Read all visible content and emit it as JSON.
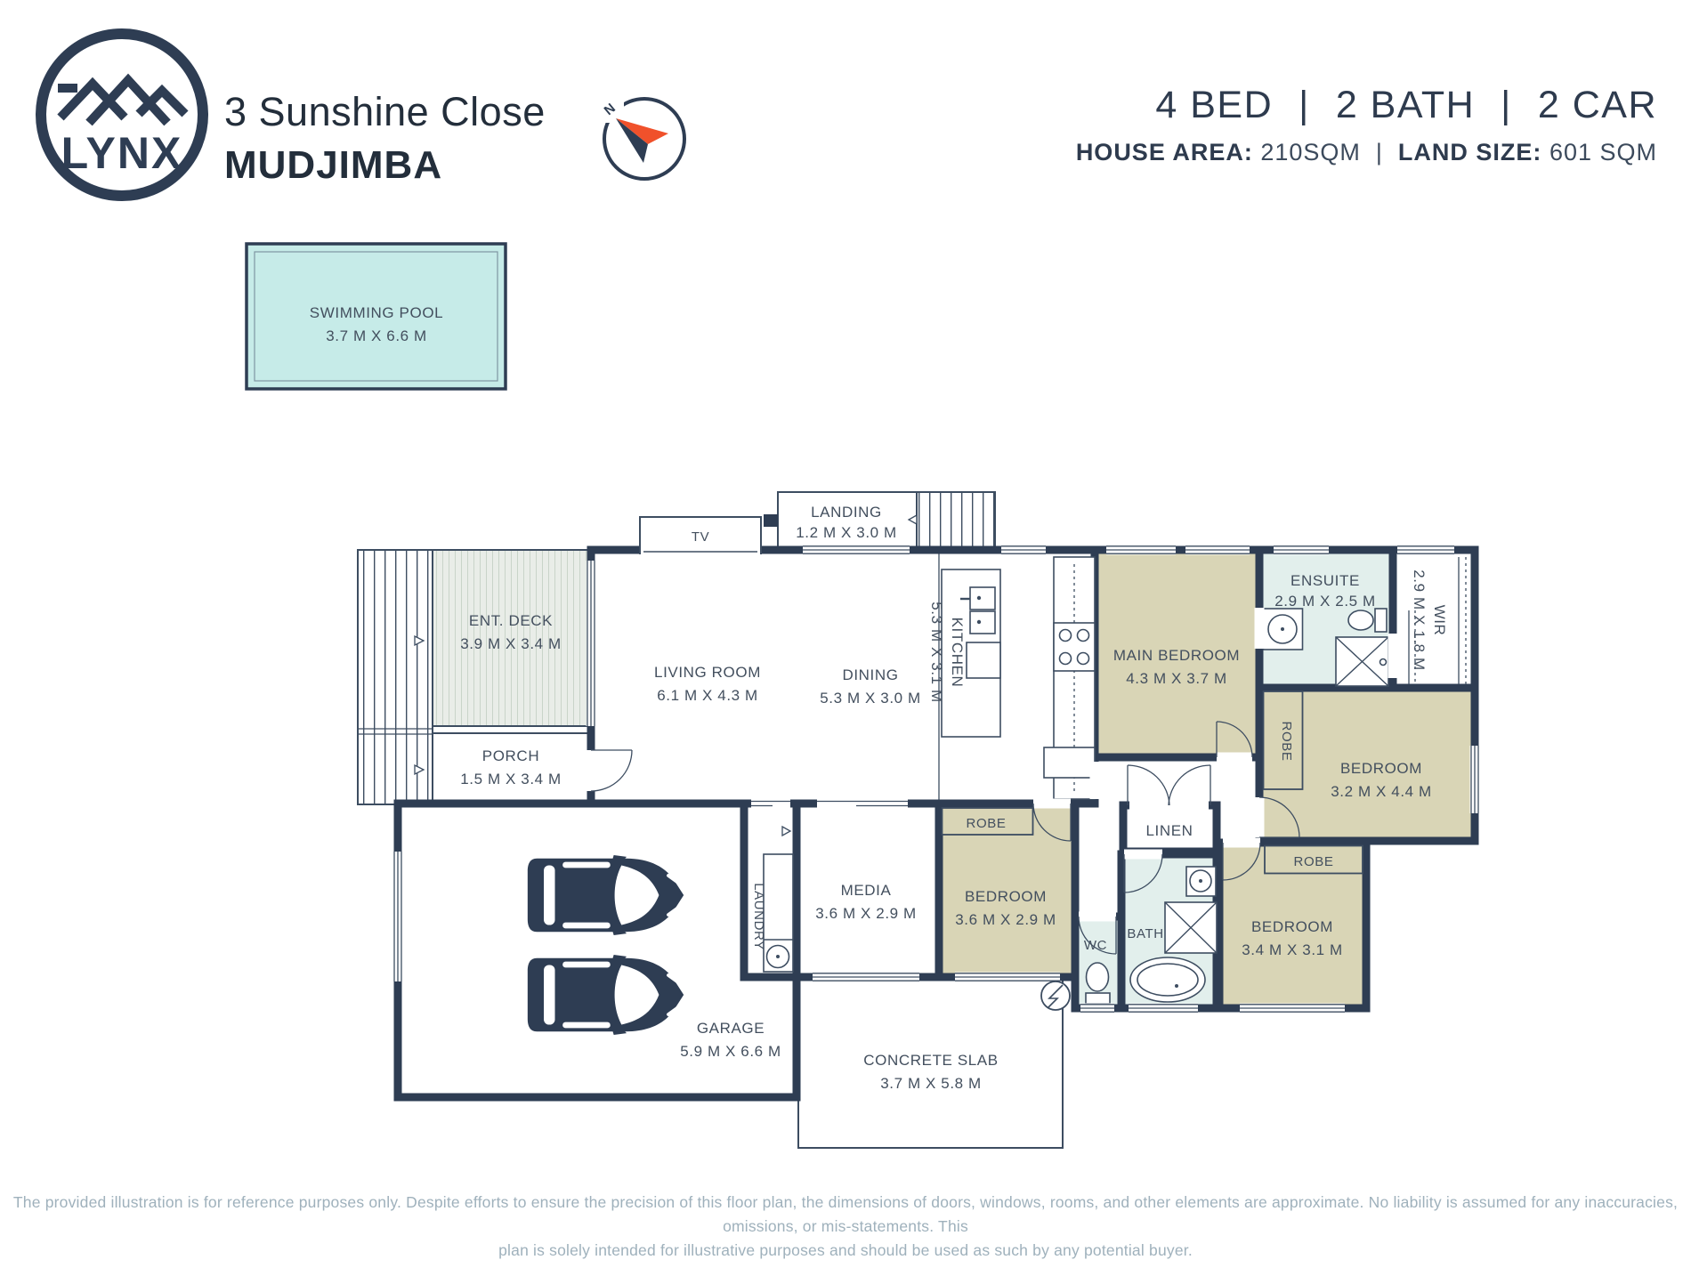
{
  "header": {
    "logo_text": "LYNX",
    "address_line1": "3 Sunshine Close",
    "address_line2": "MUDJIMBA",
    "compass_north": "N",
    "stats": {
      "bed": "4 BED",
      "separator": "|",
      "bath": "2 BATH",
      "car": "2 CAR"
    },
    "area": {
      "house_label": "HOUSE AREA:",
      "house_value": "210SQM",
      "separator": "|",
      "land_label": "LAND SIZE:",
      "land_value": "601 SQM"
    }
  },
  "plan": {
    "colors": {
      "wall": "#2e3d53",
      "thin": "#3d4d61",
      "bedroom-fill": "#d9d5b6",
      "wet-fill": "#e2efec",
      "deck-fill": "#e9ede8",
      "deck-stripe": "#c9d4c9",
      "pool-fill": "#c6ebe8",
      "label": "#434f5e",
      "compass-orange": "#f0512b",
      "disclaimer": "#9fb1bc"
    },
    "rooms": {
      "pool": {
        "name": "SWIMMING POOL",
        "dims": "3.7 M X 6.6 M"
      },
      "deck": {
        "name": "ENT. DECK",
        "dims": "3.9 M X 3.4 M"
      },
      "porch": {
        "name": "PORCH",
        "dims": "1.5 M X 3.4 M"
      },
      "landing": {
        "name": "LANDING",
        "dims": "1.2 M X 3.0 M"
      },
      "tv": {
        "name": "TV"
      },
      "living": {
        "name": "LIVING ROOM",
        "dims": "6.1 M X 4.3 M"
      },
      "dining": {
        "name": "DINING",
        "dims": "5.3 M X 3.0 M"
      },
      "kitchen": {
        "name": "KITCHEN",
        "dims": "5.3 M X 3.1 M"
      },
      "main_bedroom": {
        "name": "MAIN BEDROOM",
        "dims": "4.3 M X 3.7 M"
      },
      "ensuite": {
        "name": "ENSUITE",
        "dims": "2.9 M X 2.5 M"
      },
      "wir": {
        "name": "WIR",
        "dims": "2.9 M X 1.8 M"
      },
      "robe_main": {
        "name": "ROBE"
      },
      "bedroom2": {
        "name": "BEDROOM",
        "dims": "3.2 M X 4.4 M"
      },
      "linen": {
        "name": "LINEN"
      },
      "media": {
        "name": "MEDIA",
        "dims": "3.6 M X 2.9 M"
      },
      "bedroom3": {
        "name": "BEDROOM",
        "dims": "3.6 M X 2.9 M"
      },
      "robe3": {
        "name": "ROBE"
      },
      "wc": {
        "name": "WC"
      },
      "bath": {
        "name": "BATH"
      },
      "bedroom4": {
        "name": "BEDROOM",
        "dims": "3.4 M X 3.1 M"
      },
      "robe4": {
        "name": "ROBE"
      },
      "laundry": {
        "name": "LAUNDRY"
      },
      "garage": {
        "name": "GARAGE",
        "dims": "5.9 M X 6.6 M"
      },
      "slab": {
        "name": "CONCRETE SLAB",
        "dims": "3.7 M X 5.8 M"
      }
    }
  },
  "footer": {
    "line1": "The provided illustration is for reference purposes only. Despite efforts to ensure the precision of this floor plan, the dimensions of doors, windows, rooms, and other elements are approximate. No liability is assumed for any inaccuracies, omissions, or mis-statements. This",
    "line2": "plan is solely intended for illustrative purposes and should be used as such by any potential buyer."
  }
}
